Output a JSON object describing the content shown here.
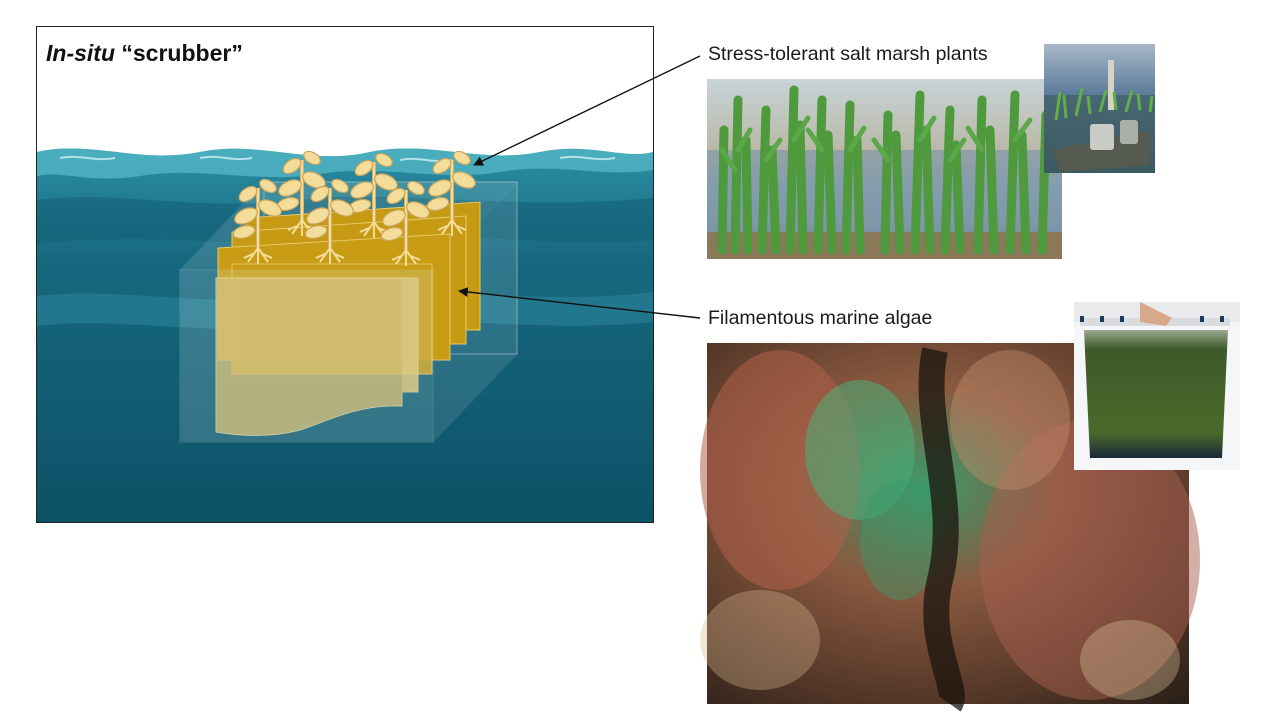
{
  "diagram": {
    "title_italic": "In-situ",
    "title_rest": " “scrubber”"
  },
  "labels": {
    "marsh": "Stress-tolerant salt marsh plants",
    "algae": "Filamentous marine algae"
  },
  "colors": {
    "frame": "#222222",
    "sky": "#ffffff",
    "water_surface": "#3fa4b4",
    "water_mid": "#1a6f85",
    "water_deep": "#0e5468",
    "panel_gold": "#c89a10",
    "panel_light": "#e6c35a",
    "plant": "#f4dc9a",
    "plant_outline": "#c9a45a",
    "marsh_green": "#4e9a3c",
    "marsh_bg": "#b5c2c6",
    "algae_green": "#2e8a52",
    "algae_red": "#b0524a"
  },
  "icons": {
    "plant": "seedling-icon",
    "arrow": "arrow-pointer"
  }
}
